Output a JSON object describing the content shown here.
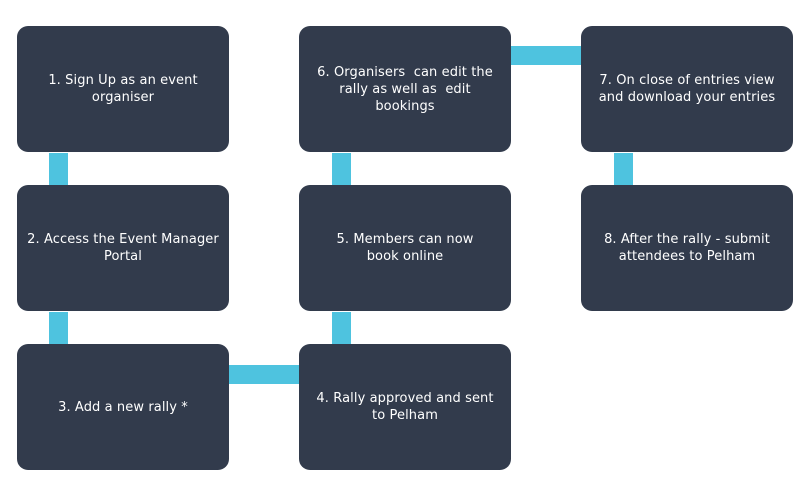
{
  "steps": [
    {
      "n": 1,
      "text": "1. Sign Up as an event organiser"
    },
    {
      "n": 2,
      "text": "2. Access the Event Manager Portal"
    },
    {
      "n": 3,
      "text": "3. Add a new rally *"
    },
    {
      "n": 4,
      "text": "4. Rally approved and sent to Pelham"
    },
    {
      "n": 5,
      "text": "5. Members can now book online"
    },
    {
      "n": 6,
      "text": "6. Organisers  can edit the rally as well as  edit bookings"
    },
    {
      "n": 7,
      "text": "7. On close of entries view and download your entries"
    },
    {
      "n": 8,
      "text": "8. After the rally - submit attendees to Pelham"
    }
  ],
  "colors": {
    "box": "#323b4c",
    "connector": "#4ec3df",
    "text": "#ffffff"
  }
}
